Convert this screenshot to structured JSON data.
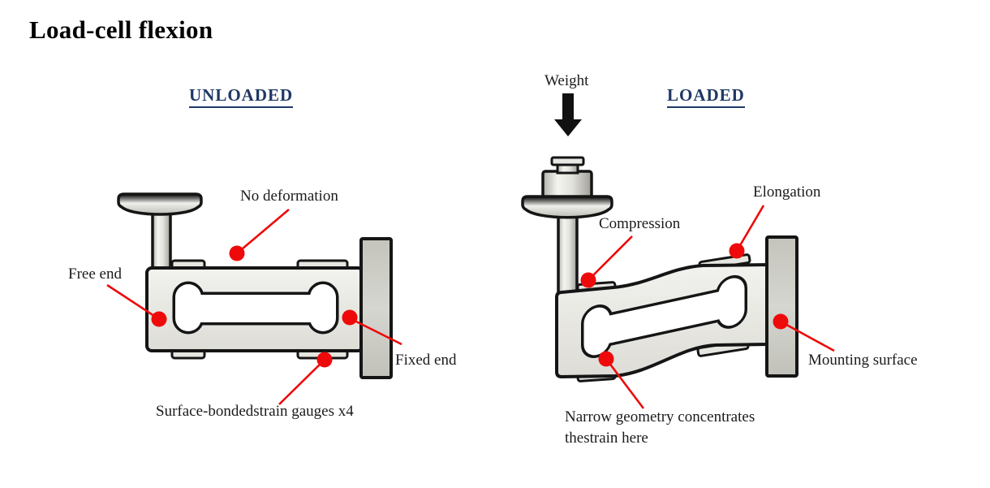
{
  "title": "Load-cell flexion",
  "colors": {
    "heading_blue": "#1f3864",
    "annotation_red": "#ee0a0a",
    "outline": "#151515",
    "body_fill": "#e8e8e3",
    "block_fill": "#c9c9c2"
  },
  "icons": {
    "weight_arrow": "solid-down-arrow"
  },
  "unloaded": {
    "heading": "UNLOADED",
    "labels": {
      "no_deformation": "No deformation",
      "free_end": "Free end",
      "fixed_end": "Fixed end",
      "strain_gauges": "Surface-bondedstrain gauges x4"
    }
  },
  "loaded": {
    "heading": "LOADED",
    "weight_label": "Weight",
    "labels": {
      "compression": "Compression",
      "elongation": "Elongation",
      "mounting_surface": "Mounting surface",
      "narrow_geometry_line1": "Narrow geometry concentrates",
      "narrow_geometry_line2": "thestrain here"
    }
  }
}
